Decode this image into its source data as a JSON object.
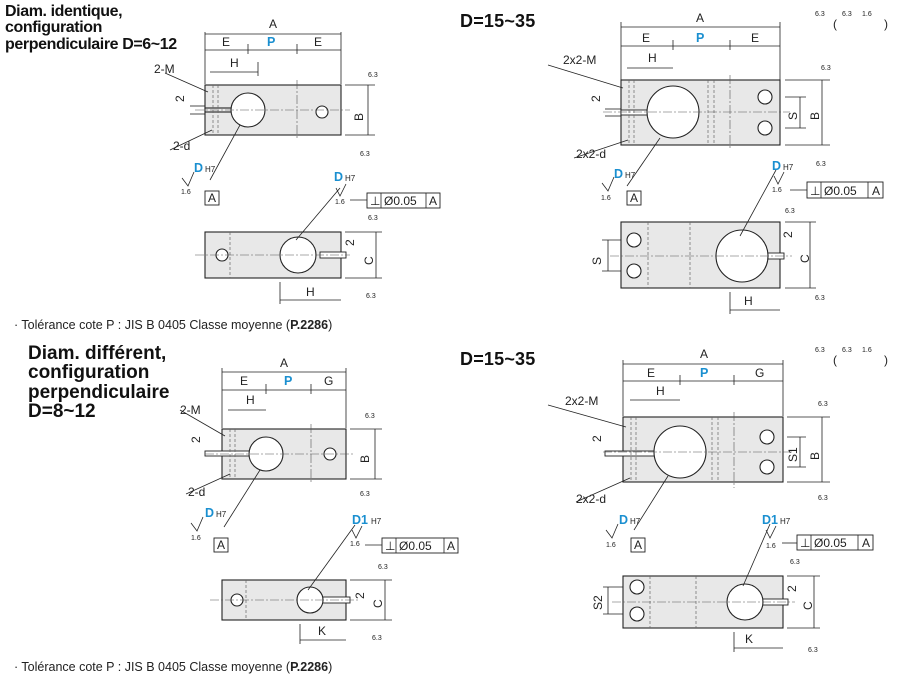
{
  "headings": {
    "top_left": "Diam. identique, configuration perpendiculaire D=6~12",
    "top_right": "D=15~35",
    "bottom_left": "Diam. différent, configuration perpendiculaire D=8~12",
    "bottom_right": "D=15~35"
  },
  "notes": {
    "tolerance_prefix": "· Tolérance cote P : JIS B 0405 Classe moyenne (",
    "page_ref": "P.2286",
    "suffix": ")"
  },
  "dims": {
    "A": "A",
    "E": "E",
    "P": "P",
    "H": "H",
    "G": "G",
    "B": "B",
    "C": "C",
    "S": "S",
    "S1": "S1",
    "S2": "S2",
    "K": "K",
    "two": "2",
    "two_m": "2-M",
    "two_x_two_m": "2x2-M",
    "two_d": "2-d",
    "two_x_two_d": "2x2-d",
    "D": "D",
    "D1": "D1",
    "H7": "H7",
    "perp_symbol": "⊥",
    "perp_value": "Ø0.05",
    "datum": "A"
  },
  "surface": {
    "r63": "6.3",
    "r16": "1.6"
  },
  "colors": {
    "accent": "#1a8fd0",
    "part_fill": "#e8e8e8",
    "line": "#222222"
  }
}
